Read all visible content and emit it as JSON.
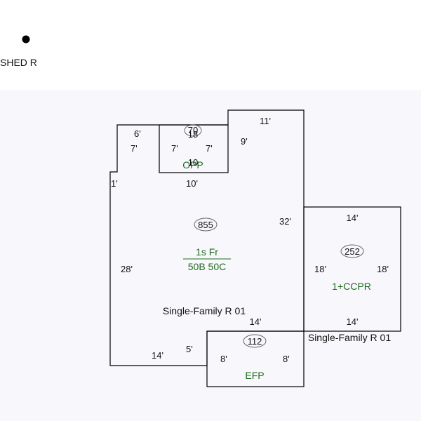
{
  "shed": {
    "label": "SHED R"
  },
  "main": {
    "area": "855",
    "label_line1": "1s Fr",
    "label_line2": "50B 50C",
    "caption": "Single-Family R 01",
    "dims": {
      "top_left": "6'",
      "left_upper": "1'",
      "left": "28'",
      "inner_top": "10'",
      "right": "32'",
      "bottom": "14'",
      "bottom_step": "5'",
      "upper_right": "9'",
      "top_right": "11'",
      "left_step": "7'"
    }
  },
  "opp": {
    "area": "70",
    "area_overlap": "18",
    "label": "OPP",
    "label_overlap": "10",
    "dims": {
      "left": "7'",
      "right": "7'"
    }
  },
  "ccpr": {
    "area": "252",
    "label": "1+CCPR",
    "caption": "Single-Family R 01",
    "dims": {
      "top": "14'",
      "bottom": "14'",
      "left": "18'",
      "right": "18'"
    }
  },
  "efp": {
    "area": "112",
    "label": "EFP",
    "dims": {
      "top": "14'",
      "left": "8'",
      "right": "8'"
    }
  },
  "colors": {
    "outline": "#000000",
    "label_green": "#1f6b1f",
    "background": "#f8f8fc"
  }
}
